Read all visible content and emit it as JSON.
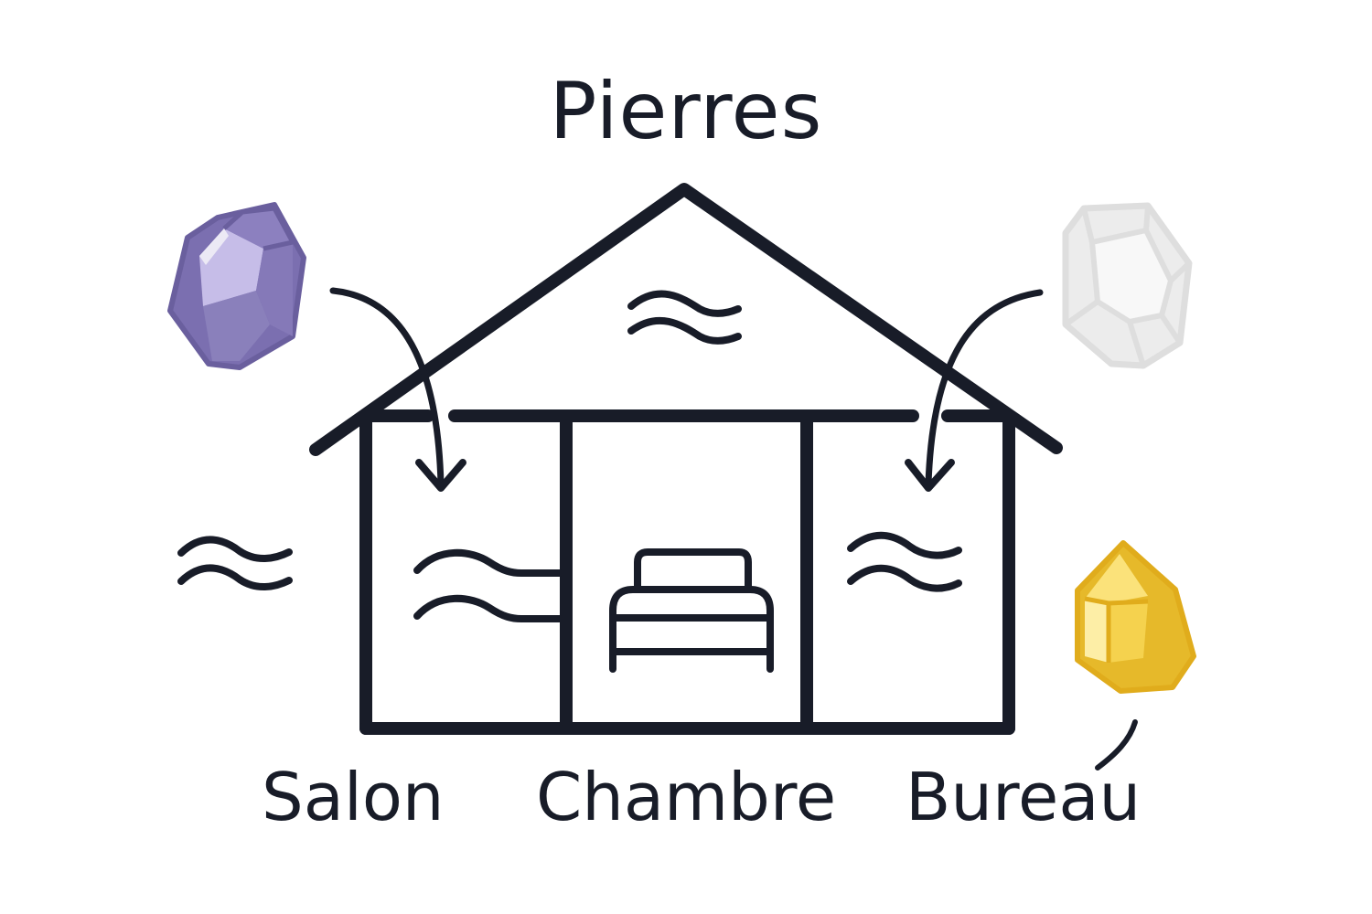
{
  "title": "Pierres",
  "rooms": [
    {
      "label": "Salon"
    },
    {
      "label": "Chambre"
    },
    {
      "label": "Bureau"
    }
  ],
  "stones": [
    {
      "name": "amethyst",
      "color": "#7b6fb0",
      "light": "#c6bde8",
      "position": "top-left",
      "target": "Salon"
    },
    {
      "name": "clear-quartz",
      "color": "#e2e2e2",
      "light": "#f6f6f6",
      "position": "top-right",
      "target": "Bureau"
    },
    {
      "name": "citrine",
      "color": "#e6b92a",
      "light": "#fbe27a",
      "position": "bottom-right",
      "target": "Bureau"
    }
  ],
  "colors": {
    "ink": "#181c28",
    "background": "#ffffff"
  }
}
